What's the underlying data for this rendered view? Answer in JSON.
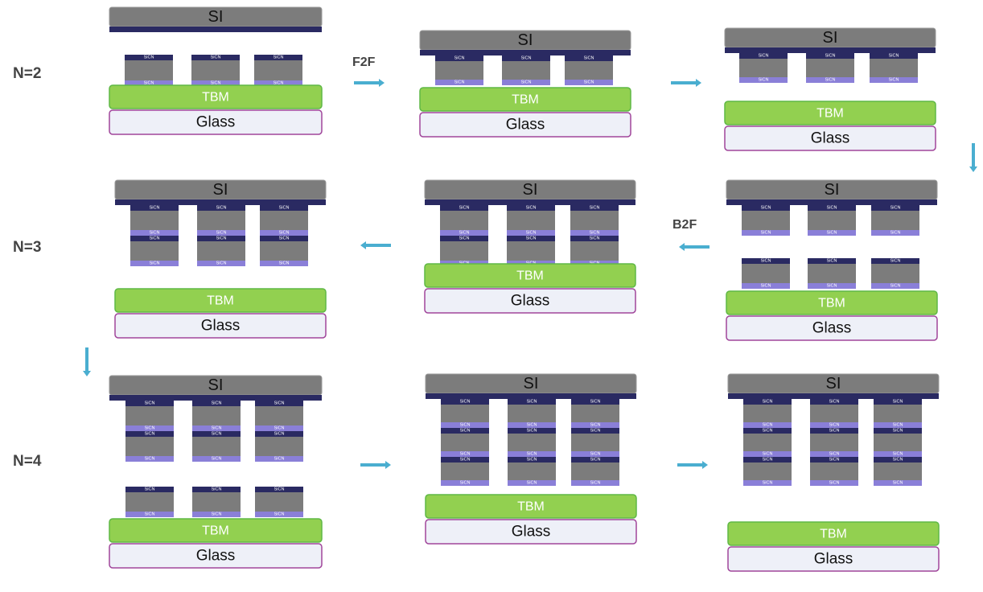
{
  "labels": {
    "si": "SI",
    "sicn": "SiCN",
    "tbm": "TBM",
    "glass": "Glass"
  },
  "rows": [
    {
      "label": "N=2"
    },
    {
      "label": "N=3"
    },
    {
      "label": "N=4"
    }
  ],
  "transitions": [
    {
      "label": "F2F",
      "direction": "right"
    },
    {
      "label": "",
      "direction": "right"
    },
    {
      "label": "",
      "direction": "down"
    },
    {
      "label": "B2F",
      "direction": "left"
    },
    {
      "label": "",
      "direction": "left"
    },
    {
      "label": "",
      "direction": "down"
    },
    {
      "label": "",
      "direction": "right"
    },
    {
      "label": "",
      "direction": "right"
    }
  ],
  "colors": {
    "si": "#7c7c7c",
    "si_edge": "#9a9a9a",
    "dark_sicn": "#2a2a62",
    "light_sicn": "#8a7fd8",
    "tbm_fill": "#92d050",
    "tbm_edge": "#5fb845",
    "glass_fill": "#eef0f8",
    "glass_edge": "#a0459a",
    "arrow": "#4aaed0",
    "row_label": "#444444"
  },
  "steps": [
    {
      "id": "n2-1",
      "si": true,
      "dies": "n2_detached",
      "carrier": true,
      "carrier_gap": false
    },
    {
      "id": "n2-2",
      "si": true,
      "dies": "n2_bonded",
      "carrier": true,
      "carrier_gap": false
    },
    {
      "id": "n2-3",
      "si": true,
      "dies": "n2_bonded",
      "carrier": true,
      "carrier_gap": true
    },
    {
      "id": "n3-1",
      "si": true,
      "dies": "n3_stack",
      "carrier": true,
      "carrier_gap": true
    },
    {
      "id": "n3-2",
      "si": true,
      "dies": "n3_stack",
      "carrier": true,
      "carrier_gap": false
    },
    {
      "id": "n3-3",
      "si": true,
      "dies": "n3_split",
      "carrier": true,
      "carrier_gap": false
    },
    {
      "id": "n4-1",
      "si": true,
      "dies": "n4_split",
      "carrier": true,
      "carrier_gap": false
    },
    {
      "id": "n4-2",
      "si": true,
      "dies": "n4_stack",
      "carrier": true,
      "carrier_gap": false
    },
    {
      "id": "n4-3",
      "si": true,
      "dies": "n4_stack",
      "carrier": true,
      "carrier_gap": true
    }
  ]
}
